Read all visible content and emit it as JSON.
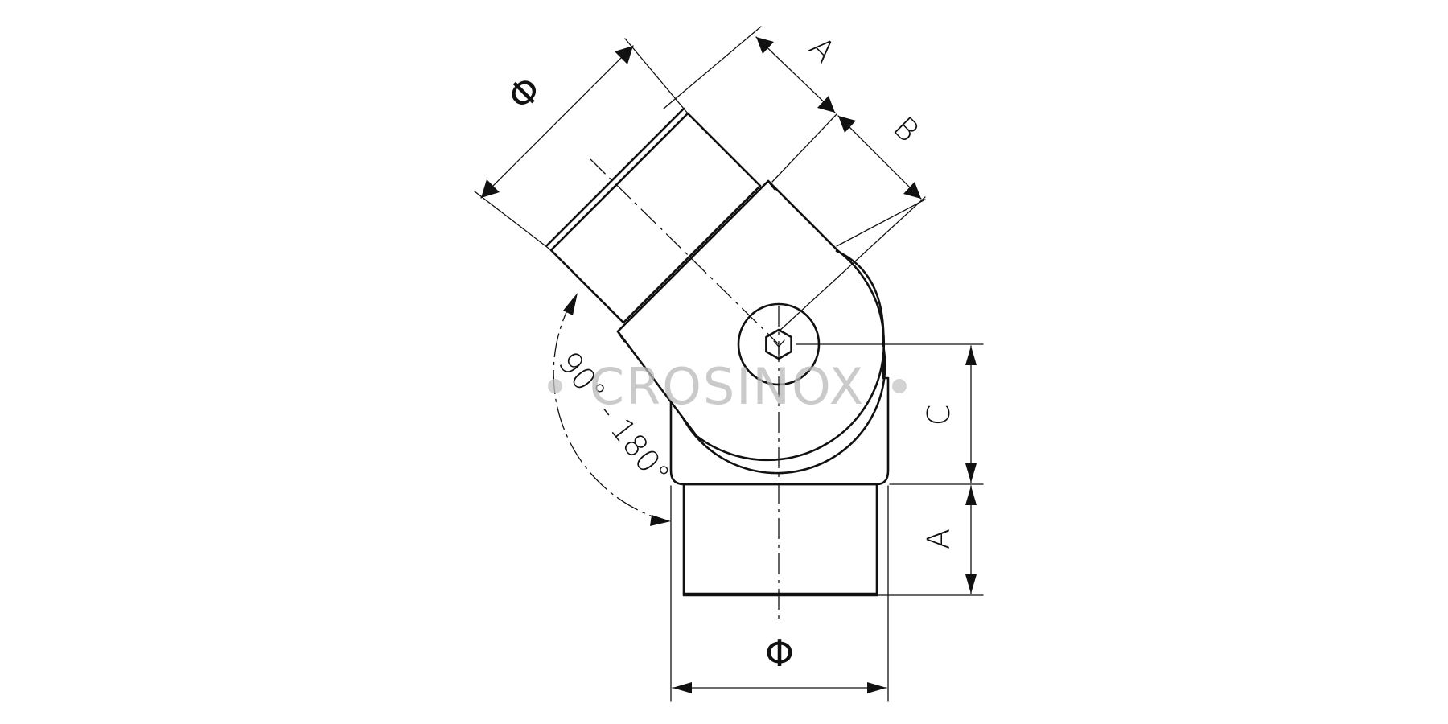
{
  "drawing": {
    "angle_range": "90° - 180°",
    "phi_symbol": "Φ",
    "dims": {
      "A": "A",
      "B": "B",
      "C": "C"
    }
  },
  "watermark": {
    "text": "CROSINOX"
  }
}
